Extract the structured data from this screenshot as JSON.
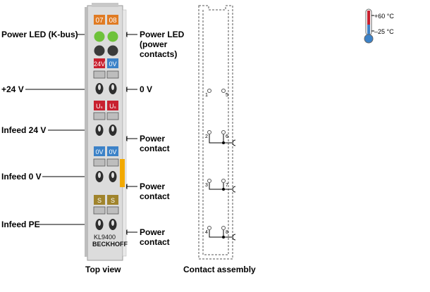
{
  "labels_left": [
    {
      "id": "power-led-kbus",
      "text": "Power LED (K-bus)"
    },
    {
      "id": "plus24v",
      "text": "+24 V"
    },
    {
      "id": "infeed-24v",
      "text": "Infeed 24 V"
    },
    {
      "id": "infeed-0v",
      "text": "Infeed 0 V"
    },
    {
      "id": "infeed-pe",
      "text": "Infeed PE"
    }
  ],
  "labels_right": [
    {
      "id": "power-led-contacts",
      "text": "Power LED\n(power\ncontacts)"
    },
    {
      "id": "zero-v",
      "text": "0 V"
    },
    {
      "id": "power-contact-1",
      "text": "Power\ncontact"
    },
    {
      "id": "power-contact-2",
      "text": "Power\ncontact"
    },
    {
      "id": "power-contact-3",
      "text": "Power\ncontact"
    }
  ],
  "captions": {
    "top_view": "Top view",
    "contact_assembly": "Contact assembly"
  },
  "terminal": {
    "led_labels": [
      "07",
      "08"
    ],
    "row1": [
      "24V",
      "0V"
    ],
    "row2": [
      "Uₛ",
      "Uₛ"
    ],
    "row3": [
      "0V",
      "0V"
    ],
    "row4": [
      "S",
      "S"
    ],
    "model": "KL9400",
    "brand": "BECKHOFF"
  },
  "contact_numbers": [
    "1",
    "5",
    "2",
    "6",
    "3",
    "7",
    "4",
    "8"
  ],
  "temperature": {
    "max": "+60 °C",
    "min": "–25 °C"
  },
  "colors": {
    "orange": "#e07b23",
    "green": "#6ec23a",
    "red": "#c8202f",
    "blue": "#3c82c8",
    "yellow": "#f2a900",
    "tan": "#a0842c",
    "body": "#d9d9d9"
  }
}
